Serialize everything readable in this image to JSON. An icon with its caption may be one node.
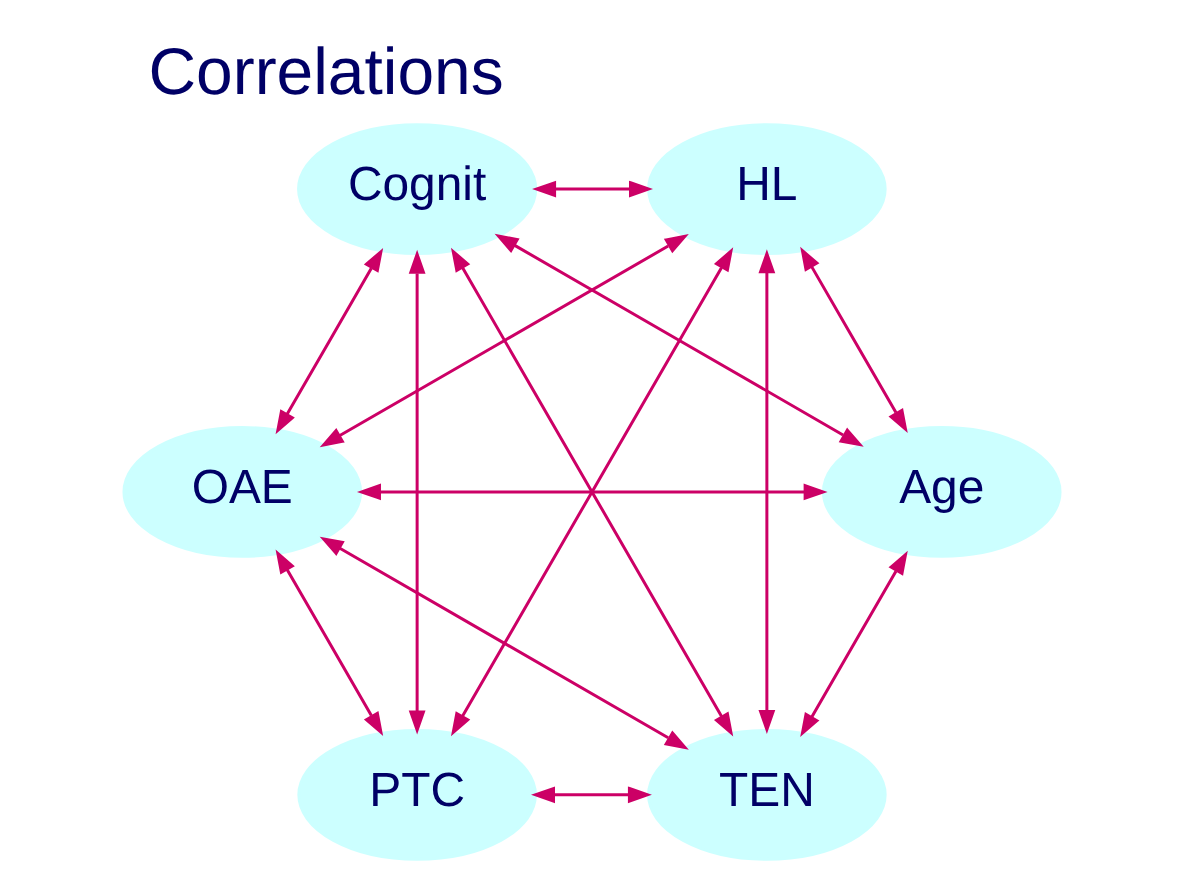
{
  "diagram": {
    "title": "Correlations",
    "nodes": [
      {
        "text": [
          "Age"
        ]
      },
      {
        "text": [
          "PTC"
        ]
      },
      {
        "text": [
          "HL"
        ]
      },
      {
        "text": [
          "OAE"
        ]
      },
      {
        "text": [
          "Cognit"
        ]
      },
      {
        "text": [
          "TEN"
        ]
      }
    ],
    "edges": [
      {
        "from": 0,
        "to": 2,
        "arrow": "both"
      },
      {
        "from": 0,
        "to": 4,
        "arrow": "both"
      },
      {
        "from": 0,
        "to": 3,
        "arrow": "both"
      },
      {
        "from": 0,
        "to": 5,
        "arrow": "both"
      },
      {
        "from": 1,
        "to": 2,
        "arrow": "both"
      },
      {
        "from": 1,
        "to": 4,
        "arrow": "both"
      },
      {
        "from": 1,
        "to": 5,
        "arrow": "both"
      },
      {
        "from": 1,
        "to": 3,
        "arrow": "both"
      },
      {
        "from": 2,
        "to": 3,
        "arrow": "both"
      },
      {
        "from": 2,
        "to": 4,
        "arrow": "both"
      },
      {
        "from": 2,
        "to": 5,
        "arrow": "both"
      },
      {
        "from": 4,
        "to": 3,
        "arrow": "both"
      },
      {
        "from": 4,
        "to": 5,
        "arrow": "both"
      },
      {
        "from": 5,
        "to": 3,
        "arrow": "both"
      }
    ]
  }
}
